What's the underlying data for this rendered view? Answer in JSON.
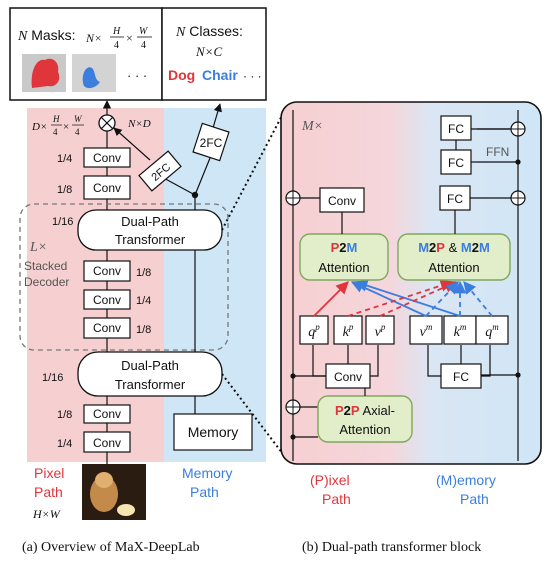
{
  "colors": {
    "pixel": "#f6cfd0",
    "memory": "#cfe6f6",
    "red": "#e0353b",
    "blue": "#3b7ede",
    "panel_green": "#e2edc9",
    "panel_green_stroke": "#7fa85b"
  },
  "masks_box": {
    "prefix": "N",
    "label": " Masks: ",
    "formula": "N×H/4×W/4",
    "ellipsis": "· · ·"
  },
  "classes_box": {
    "title": "N Classes:",
    "formula": "N×C",
    "dog": "Dog",
    "chair": "Chair",
    "ellipsis": "· · ·"
  },
  "left": {
    "shape_top": "D×H/4×W/4",
    "shape_nd": "N×D",
    "fc": "2FC",
    "conv": "Conv",
    "s4": "1/4",
    "s8": "1/8",
    "s16": "1/16",
    "dpt_line1": "Dual-Path",
    "dpt_line2": "Transformer",
    "lx": "L×",
    "stacked": "Stacked",
    "decoder": "Decoder",
    "memory": "Memory",
    "pixel_path_1": "Pixel",
    "pixel_path_2": "Path",
    "memory_path_1": "Memory",
    "memory_path_2": "Path",
    "input_size": "H×W"
  },
  "right": {
    "mx": "M×",
    "ffn": "FFN",
    "fc": "FC",
    "conv": "Conv",
    "p2m": {
      "a": "P",
      "b": "2",
      "c": "M",
      "attention": "Attention"
    },
    "m2p": {
      "a": "M",
      "b": "2",
      "c": "P",
      "amp": " & ",
      "d": "M",
      "e": "2",
      "f": "M",
      "attention": "Attention"
    },
    "p2p": {
      "a": "P",
      "b": "2",
      "c": "P",
      "d": " Axial-",
      "attention": "Attention"
    },
    "q": "q",
    "k": "k",
    "v": "v",
    "p": "p",
    "m": "m",
    "pixel_label_1": "(P)ixel",
    "pixel_label_2": "Path",
    "memory_label_1": "(M)emory",
    "memory_label_2": "Path"
  },
  "captions": {
    "a": "(a)  Overview of MaX-DeepLab",
    "b": "(b)  Dual-path transformer block"
  }
}
